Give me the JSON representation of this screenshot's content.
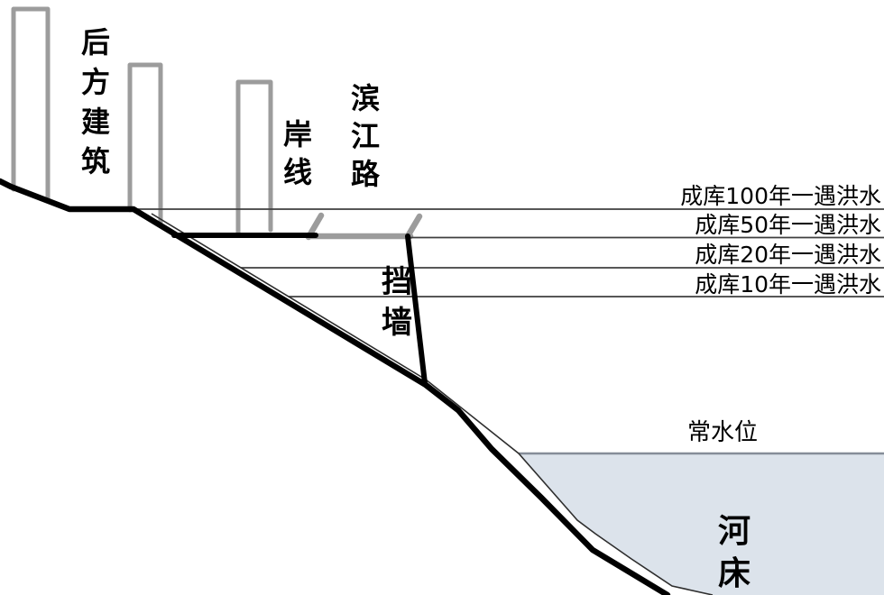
{
  "labels": {
    "rear_buildings": "后方建筑",
    "shoreline": "岸线",
    "riverside_road": "滨江路",
    "retaining_wall": "挡墙",
    "normal_water_level": "常水位",
    "riverbed": "河床"
  },
  "flood_levels": [
    {
      "label": "成库100年一遇洪水"
    },
    {
      "label": "成库50年一遇洪水"
    },
    {
      "label": "成库20年一遇洪水"
    },
    {
      "label": "成库10年一遇洪水"
    }
  ],
  "colors": {
    "background": "#ffffff",
    "main_line": "#000000",
    "structure_gray": "#9c9c9c",
    "flood_line": "#3f3f3f",
    "water_fill": "#dce3eb",
    "water_surface_line": "#858d98"
  }
}
